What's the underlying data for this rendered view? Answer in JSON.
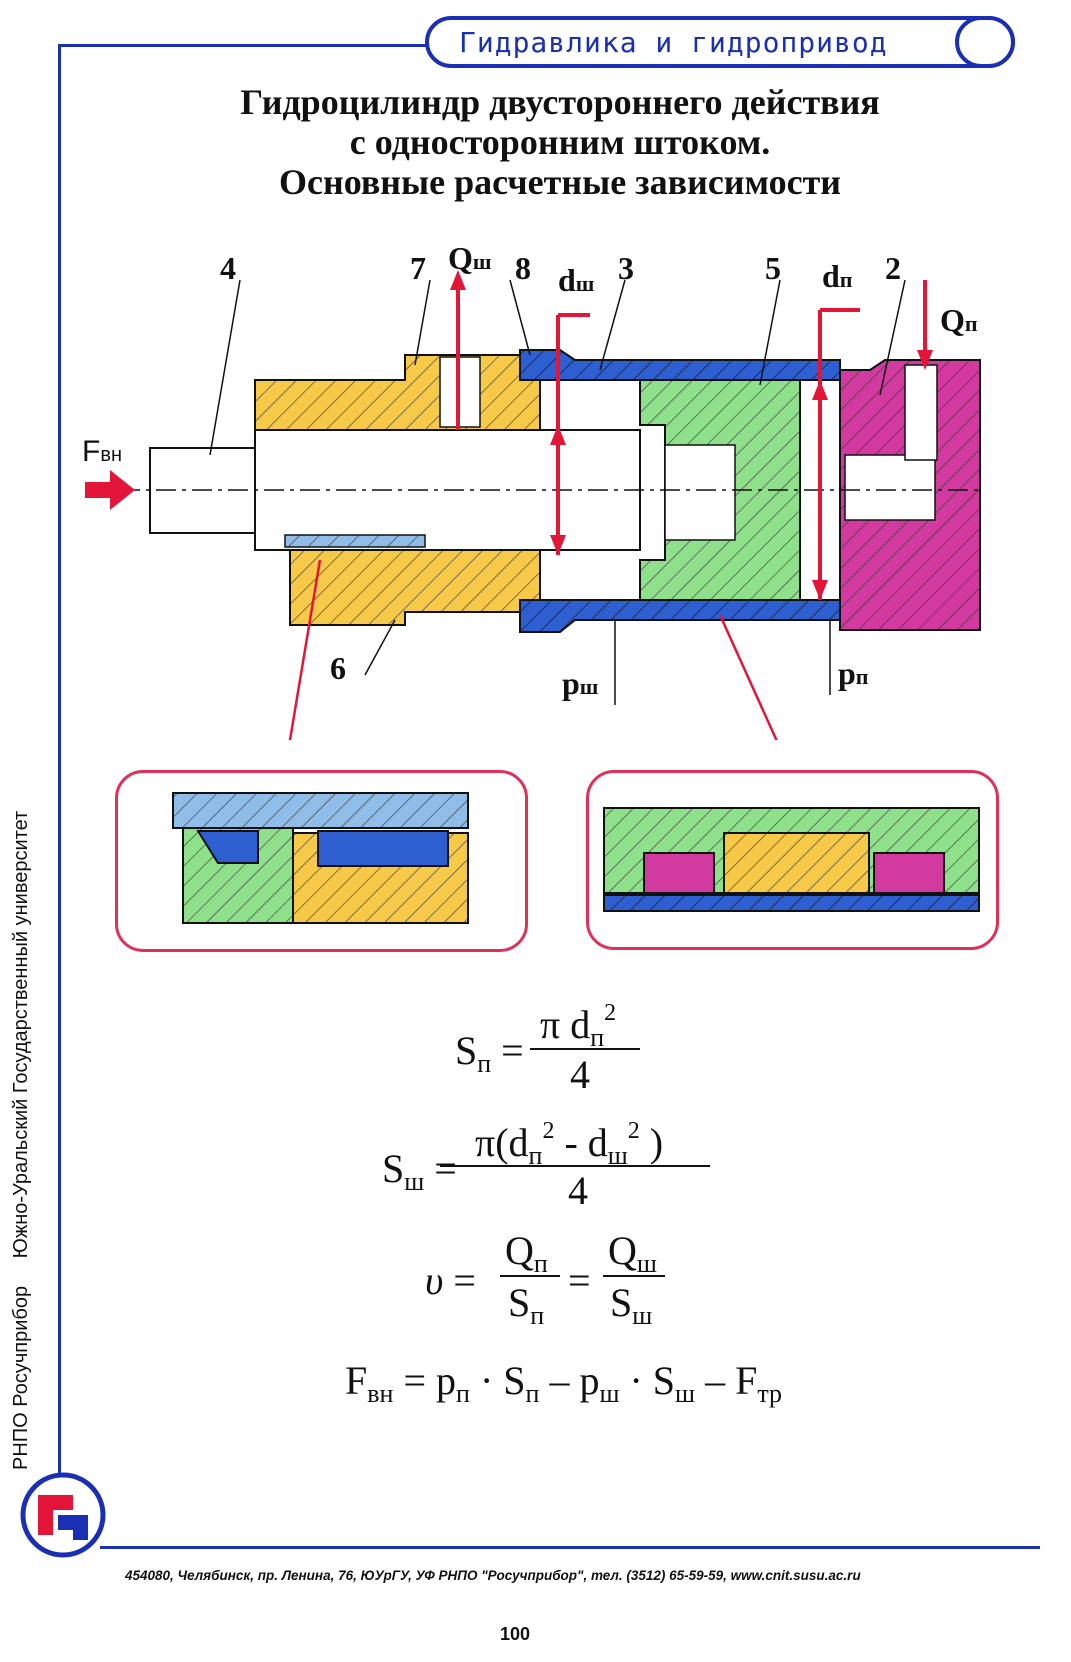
{
  "header": {
    "title": "Гидравлика и гидропривод"
  },
  "page_title": {
    "line1": "Гидроцилиндр двустороннего действия",
    "line2": "с односторонним штоком.",
    "line3": "Основные расчетные зависимости"
  },
  "diagram": {
    "callouts": [
      "4",
      "7",
      "8",
      "3",
      "5",
      "2",
      "6"
    ],
    "labels": {
      "q_rod": "Q",
      "q_rod_sub": "ш",
      "d_rod": "d",
      "d_rod_sub": "ш",
      "d_piston": "d",
      "d_piston_sub": "п",
      "q_piston": "Q",
      "q_piston_sub": "п",
      "f_ext": "F",
      "f_ext_sub": "вн",
      "p_rod": "p",
      "p_rod_sub": "ш",
      "p_piston": "p",
      "p_piston_sub": "п"
    },
    "colors": {
      "yellow": "#f7c948",
      "blue": "#2e5fd0",
      "light_blue": "#8fbde8",
      "green": "#8fe08a",
      "magenta": "#d33a9f",
      "red": "#e3163a",
      "pink_frame": "#e0305a"
    }
  },
  "formulas": {
    "f1": {
      "lhs": "S",
      "lhs_sub": "п",
      "num": "π d",
      "num_sub": "п",
      "num_sup": "2",
      "den": "4"
    },
    "f2": {
      "lhs": "S",
      "lhs_sub": "ш",
      "num_a": "π(d",
      "num_a_sub": "п",
      "num_a_sup": "2",
      "num_b": " - d",
      "num_b_sub": "ш",
      "num_b_sup": "2",
      "num_c": " )",
      "den": "4"
    },
    "f3": {
      "lhs": "υ",
      "n1": "Q",
      "n1_sub": "п",
      "d1": "S",
      "d1_sub": "п",
      "n2": "Q",
      "n2_sub": "ш",
      "d2": "S",
      "d2_sub": "ш"
    },
    "f4": {
      "a": "F",
      "a_sub": "вн",
      "b": " = p",
      "b_sub": "п",
      "c": " · S",
      "c_sub": "п",
      "d": " – p",
      "d_sub": "ш",
      "e": " · S",
      "e_sub": "ш",
      "f": " – F",
      "f_sub": "тр"
    }
  },
  "side_text": {
    "org1": "РНПО Росучприбор",
    "org2": "Южно-Уральский Государственный университет"
  },
  "footer": {
    "address": "454080, Челябинск, пр. Ленина, 76, ЮУрГУ, УФ РНПО \"Росучприбор\", тел. (3512) 65-59-59, www.cnit.susu.ac.ru",
    "page": "100"
  }
}
